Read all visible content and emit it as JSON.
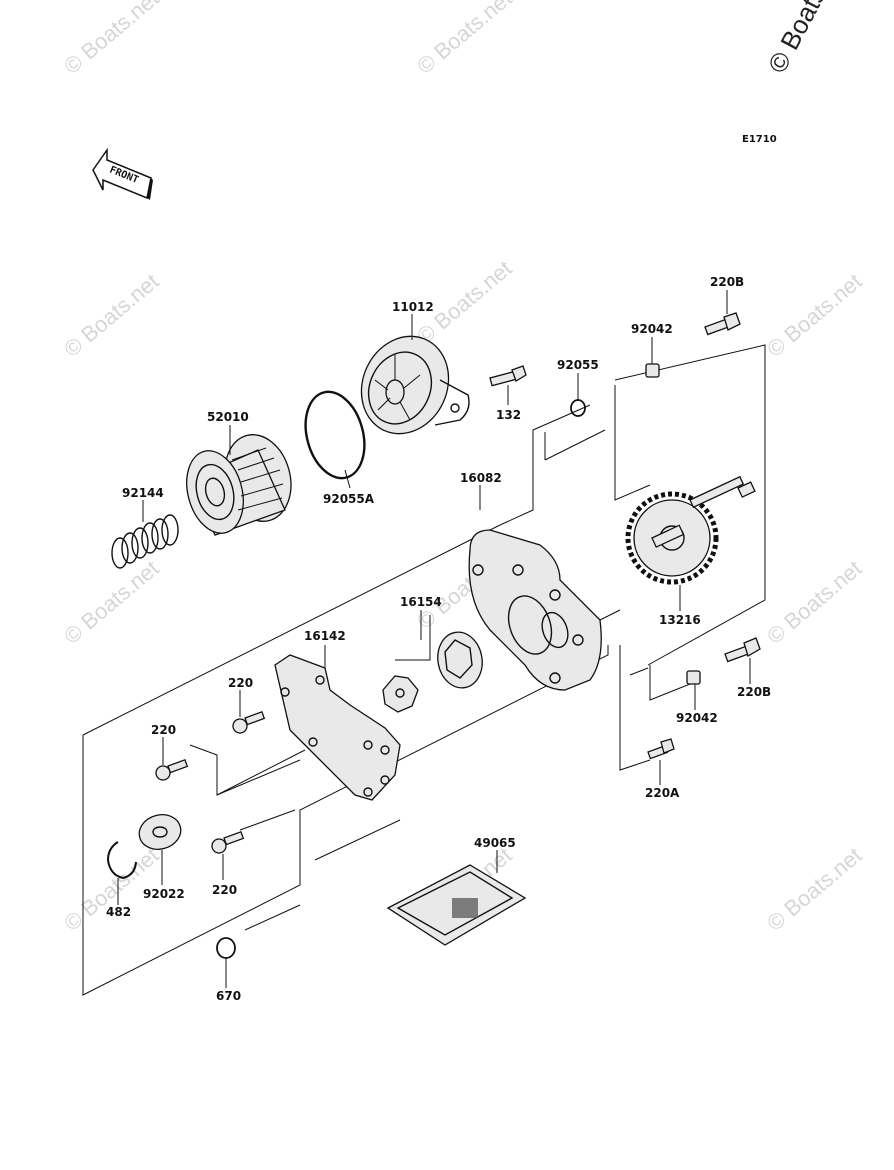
{
  "diagram_code": "E1710",
  "front_label": "FRONT",
  "copyright": "© Boats.net",
  "watermark": "© Boats.net",
  "parts": {
    "p11012": "11012",
    "p52010": "52010",
    "p92144": "92144",
    "p92055A": "92055A",
    "p132": "132",
    "p92055": "92055",
    "p92042_top": "92042",
    "p220B_top": "220B",
    "p16082": "16082",
    "p13216": "13216",
    "p16154": "16154",
    "p16142": "16142",
    "p220_a": "220",
    "p220_b": "220",
    "p220_c": "220",
    "p220B_bot": "220B",
    "p92042_bot": "92042",
    "p220A": "220A",
    "p49065": "49065",
    "p92022": "92022",
    "p482": "482",
    "p670": "670"
  }
}
